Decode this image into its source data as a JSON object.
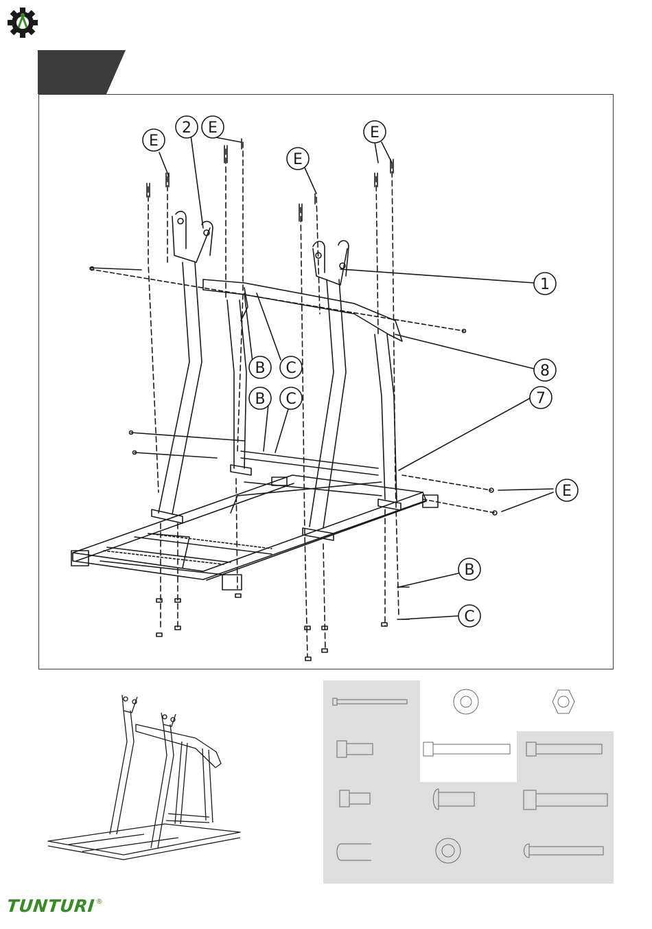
{
  "page": {
    "step_label": ""
  },
  "callouts": [
    {
      "id": "c-2",
      "label": "2"
    },
    {
      "id": "c-e1",
      "label": "E"
    },
    {
      "id": "c-e2",
      "label": "E"
    },
    {
      "id": "c-e3",
      "label": "E"
    },
    {
      "id": "c-e4",
      "label": "E"
    },
    {
      "id": "c-1",
      "label": "1"
    },
    {
      "id": "c-b1",
      "label": "B"
    },
    {
      "id": "c-c1",
      "label": "C"
    },
    {
      "id": "c-8",
      "label": "8"
    },
    {
      "id": "c-b2",
      "label": "B"
    },
    {
      "id": "c-c2",
      "label": "C"
    },
    {
      "id": "c-7",
      "label": "7"
    },
    {
      "id": "c-e5",
      "label": "E"
    },
    {
      "id": "c-b3",
      "label": "B"
    },
    {
      "id": "c-c3",
      "label": "C"
    }
  ],
  "hardware": [
    {
      "name": "long-bolt"
    },
    {
      "name": "washer"
    },
    {
      "name": "hex-nut"
    },
    {
      "name": "short-bolt"
    },
    {
      "name": "medium-bolt"
    },
    {
      "name": "socket-bolt"
    },
    {
      "name": "stub-bolt"
    },
    {
      "name": "button-head-bolt"
    },
    {
      "name": "long-socket-bolt"
    },
    {
      "name": "end-cap"
    },
    {
      "name": "spacer"
    },
    {
      "name": "carriage-bolt"
    }
  ],
  "brand": {
    "name": "TUNTURI",
    "registered": "®",
    "color": "#3a8a2a"
  },
  "colors": {
    "tab": "#3c3c3c",
    "line": "#1a1a1a",
    "panel_gray": "#dedede"
  }
}
